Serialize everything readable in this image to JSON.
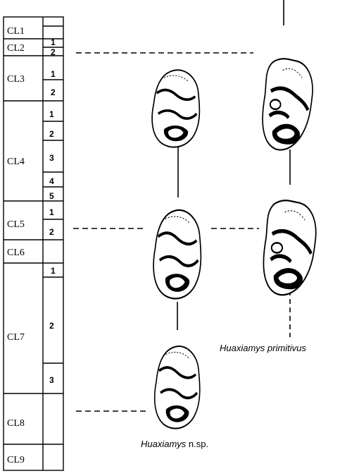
{
  "column": {
    "levels": [
      {
        "name": "CL1",
        "subs": []
      },
      {
        "name": "CL2",
        "subs": [
          "1",
          "2"
        ]
      },
      {
        "name": "CL3",
        "subs": [
          "1",
          "2"
        ]
      },
      {
        "name": "CL4",
        "subs": [
          "1",
          "2",
          "3",
          "4",
          "5"
        ]
      },
      {
        "name": "CL5",
        "subs": [
          "1",
          "2"
        ]
      },
      {
        "name": "CL6",
        "subs": []
      },
      {
        "name": "CL7",
        "subs": [
          "1",
          "2",
          "3"
        ]
      },
      {
        "name": "CL8",
        "subs": []
      },
      {
        "name": "CL9",
        "subs": []
      }
    ]
  },
  "species": {
    "primitivus": {
      "genus": "Huaxiamys",
      "epithet": "primitivus"
    },
    "new": {
      "genus": "Huaxiamys",
      "suffix": "n.sp."
    }
  },
  "icons": [
    "molar-tooth-icon"
  ],
  "colors": {
    "line": "#000000",
    "tooth_fill": "#ffffff"
  }
}
